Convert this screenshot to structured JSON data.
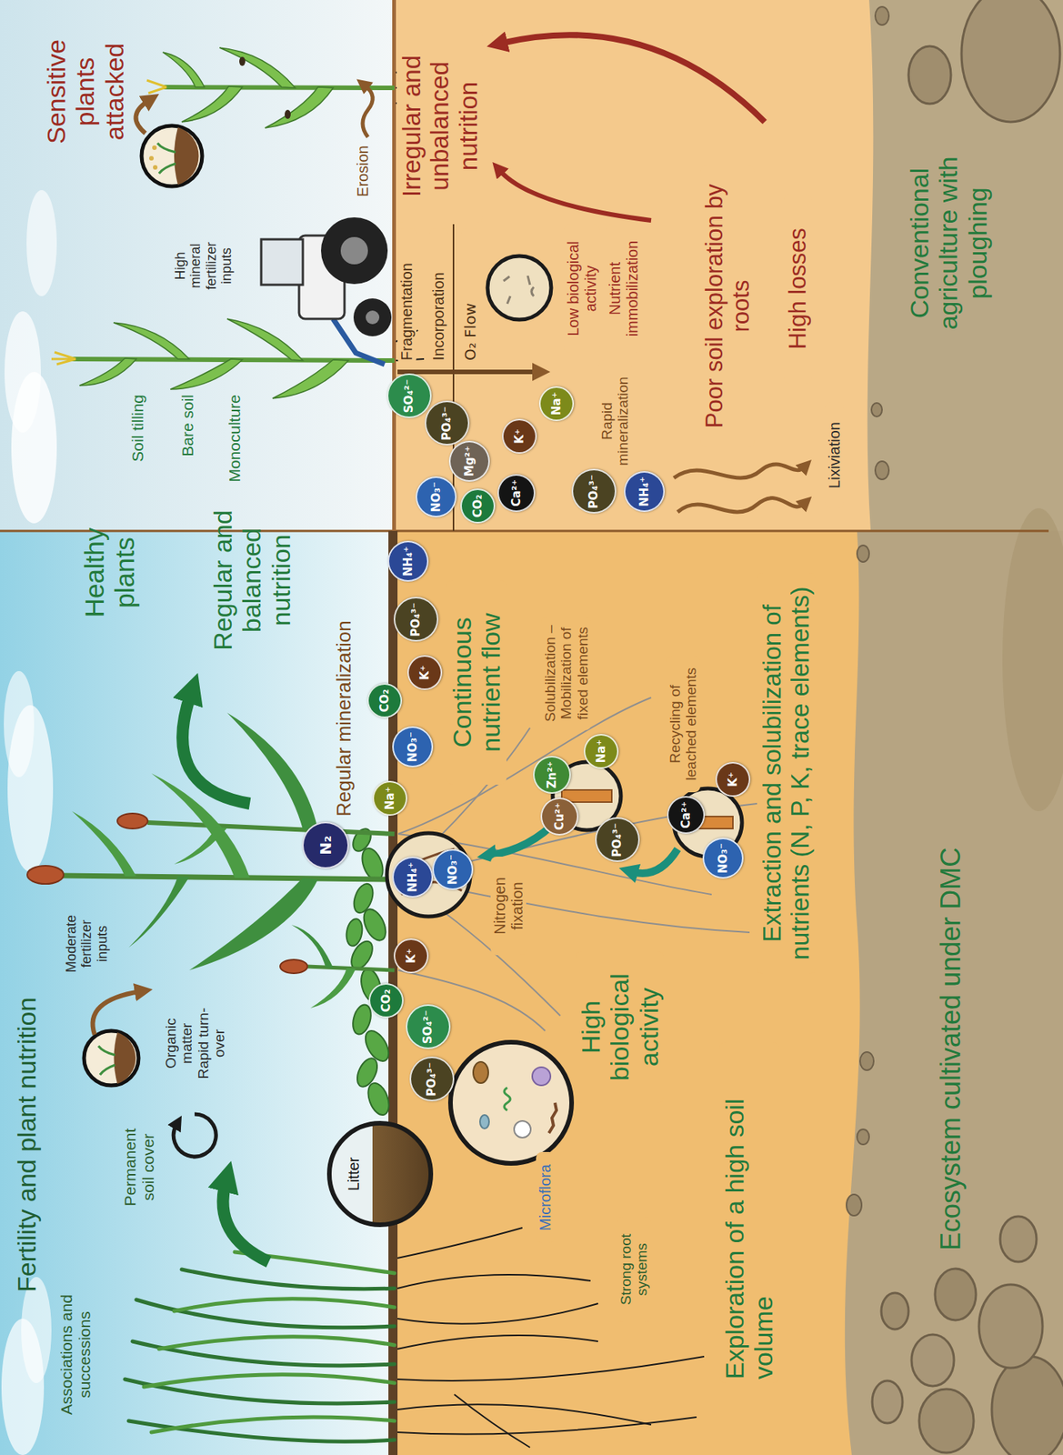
{
  "diagram": {
    "title": "Fertility and plant nutrition",
    "nodes": [
      {
        "text": [
          "Litter"
        ]
      },
      {
        "text": [
          "PO₄³⁻"
        ]
      },
      {
        "text": [
          "CO₂"
        ]
      },
      {
        "text": [
          "SO₄²⁻"
        ]
      },
      {
        "text": [
          "K⁺"
        ]
      },
      {
        "text": [
          "N₂"
        ]
      },
      {
        "text": [
          "NH₄⁺"
        ]
      },
      {
        "text": [
          "NO₃⁻"
        ]
      },
      {
        "text": [
          "Na⁺"
        ]
      },
      {
        "text": [
          "NO₃⁻"
        ]
      },
      {
        "text": [
          "CO₂"
        ]
      },
      {
        "text": [
          "K⁺"
        ]
      },
      {
        "text": [
          "PO₄³⁻"
        ]
      },
      {
        "text": [
          "NH₄⁺"
        ]
      },
      {
        "text": [
          "PO₄³⁻"
        ]
      },
      {
        "text": [
          "Cu²⁺"
        ]
      },
      {
        "text": [
          "Zn²⁺"
        ]
      },
      {
        "text": [
          "Na⁺"
        ]
      },
      {
        "text": [
          "Ca²⁺"
        ]
      },
      {
        "text": [
          "K⁺"
        ]
      },
      {
        "text": [
          "NO₃⁻"
        ]
      },
      {
        "text": [
          "NO₃⁻"
        ]
      },
      {
        "text": [
          "CO₂"
        ]
      },
      {
        "text": [
          "Ca²⁺"
        ]
      },
      {
        "text": [
          "Mg²⁺"
        ]
      },
      {
        "text": [
          "PO₄³⁻"
        ]
      },
      {
        "text": [
          "K⁺"
        ]
      },
      {
        "text": [
          "SO₄²⁻"
        ]
      },
      {
        "text": [
          "PO₄³⁻"
        ]
      },
      {
        "text": [
          "NH₄⁺"
        ]
      },
      {
        "text": [
          "Na⁺"
        ]
      }
    ],
    "labels": [
      "Associations and successions",
      "Permanent soil cover",
      "Moderate fertilizer inputs",
      "Organic matter Rapid turn-over",
      "Healthy plants",
      "Regular and balanced nutrition",
      "Regular mineralization",
      "Continuous nutrient flow",
      "Nitrogen fixation",
      "Microflora",
      "High biological activity",
      "Solubilization – Mobilization of fixed elements",
      "Recycling of leached elements",
      "Strong root systems",
      "Exploration of a high soil volume",
      "Extraction and solubilization of nutrients (N, P, K, trace elements)",
      "Ecosystem cultivated under DMC",
      "Soil tilling",
      "Bare soil",
      "Monoculture",
      "High mineral fertilizer inputs",
      "Sensitive plants attacked",
      "Erosion",
      "Fragmentation",
      "Incorporation",
      "O₂ Flow",
      "Irregular and unbalanced nutrition",
      "Rapid mineralization",
      "Low biological activity",
      "Nutrient immobilization",
      "Poor soil exploration by roots",
      "High losses",
      "Lixiviation",
      "Conventional agriculture with ploughing"
    ]
  }
}
